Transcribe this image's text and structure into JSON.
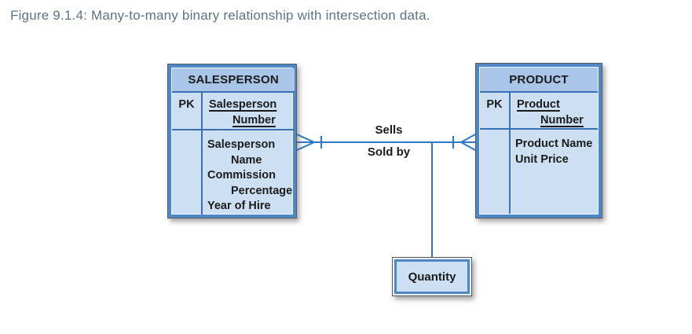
{
  "caption": "Figure 9.1.4: Many-to-many binary relationship with intersection data.",
  "diagram": {
    "entities": [
      {
        "name": "SALESPERSON",
        "pk_label": "PK",
        "pk_attribute": "Salesperson Number",
        "attributes": [
          "Salesperson Name",
          "Commission Percentage",
          "Year of Hire"
        ]
      },
      {
        "name": "PRODUCT",
        "pk_label": "PK",
        "pk_attribute": "Product Number",
        "attributes": [
          "Product Name",
          "Unit Price"
        ]
      }
    ],
    "relationship": {
      "label_top": "Sells",
      "label_bottom": "Sold by",
      "type": "many-to-many"
    },
    "intersection": {
      "label": "Quantity"
    }
  },
  "colors": {
    "caption_text": "#5e7484",
    "entity_border_blue": "#4e86c6",
    "entity_header_fill": "#a9c6e8",
    "entity_cell_fill": "#cddff2",
    "divider_blue": "#3a70b4",
    "connector_blue": "#2e77c4",
    "outline_gray": "#595a5c",
    "text": "#1b1b1b"
  }
}
